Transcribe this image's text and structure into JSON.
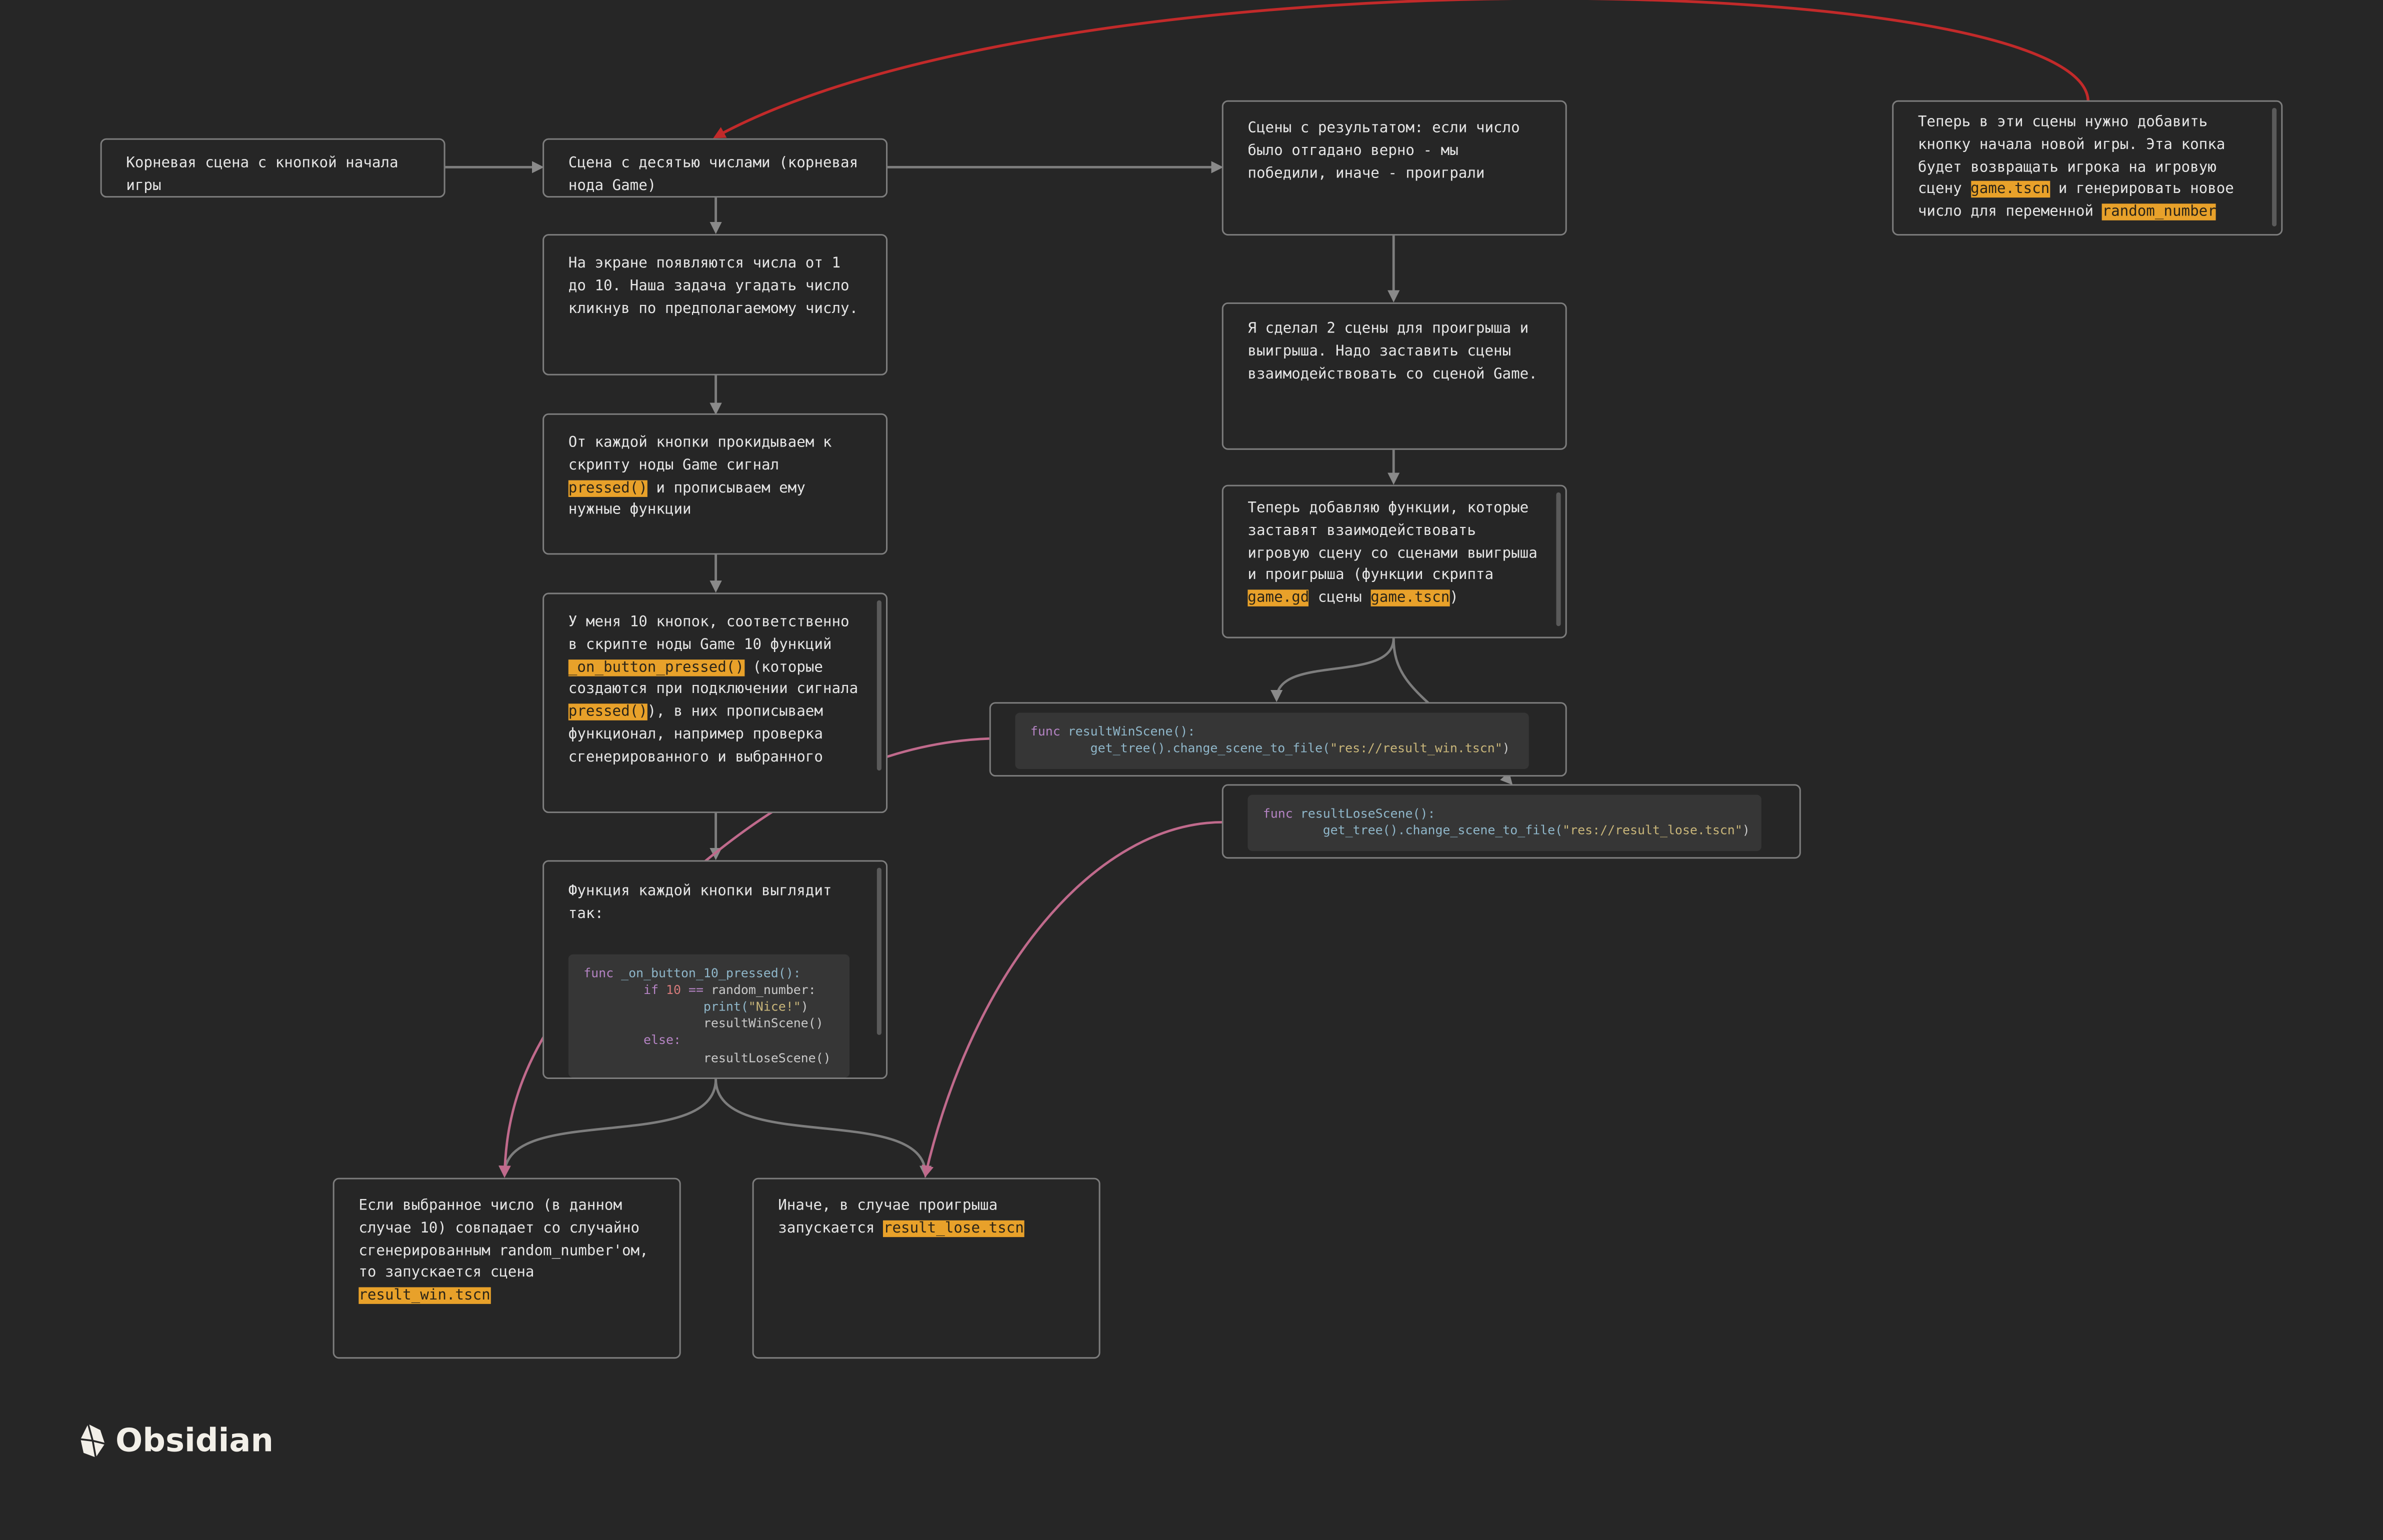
{
  "app": {
    "brand_name": "Obsidian",
    "brand_icon": "obsidian-logo-icon"
  },
  "colors": {
    "background": "#262626",
    "edge_default": "#7d7d7d",
    "edge_red": "#c22a2a",
    "edge_pink": "#c06a8c",
    "highlight": "#e8a12a"
  },
  "nodes": {
    "root": {
      "text": "Корневая сцена с кнопкой начала игры"
    },
    "game": {
      "text": "Сцена с десятью числами (корневая нода Game)"
    },
    "screen": {
      "text": "На экране появляются числа от 1 до 10. Наша задача угадать число кликнув по предполагаемому числу."
    },
    "signal": {
      "t1": "От каждой кнопки прокидываем к скрипту ноды Game сигнал ",
      "h1": "pressed()",
      "t2": " и прописываем ему нужные функции"
    },
    "buttons": {
      "t1": "У меня 10 кнопок, соответственно в скрипте ноды Game 10 функций ",
      "h1": "_on_button_pressed()",
      "t2": " (которые создаются при подключении сигнала ",
      "h2": "pressed()",
      "t3": "), в них прописываем функционал, например проверка сгенерированного и выбранного"
    },
    "func_each": {
      "text": "Функция каждой кнопки выглядит так:",
      "code": {
        "l1_kw": "func",
        "l1_fn": " _on_button_10_pressed():",
        "l2_kw": "if",
        "l2_num": " 10",
        "l2_op": " ==",
        "l2_rest": " random_number:",
        "l3_fn": "print(",
        "l3_str": "\"Nice!\"",
        "l3_end": ")",
        "l4": "resultWinScene()",
        "l5_kw": "else:",
        "l6": "resultLoseScene()"
      }
    },
    "win": {
      "t1": "Если выбранное число (в данном случае 10) совпадает со случайно сгенерированным random_number'ом, то запускается сцена ",
      "h1": "result_win.tscn"
    },
    "lose": {
      "t1": "Иначе, в случае проигрыша запускается ",
      "h1": "result_lose.tscn"
    },
    "results": {
      "text": "Сцены с результатом: если число было отгадано верно - мы победили, иначе - проиграли"
    },
    "two_scenes": {
      "text": "Я сделал 2 сцены для проигрыша и выигрыша. Надо заставить сцены взаимодействовать со сценой Game."
    },
    "add_funcs": {
      "t1": "Теперь добавляю функции, которые заставят взаимодействовать игровую сцену со сценами выигрыша и проигрыша (функции скрипта ",
      "h1": "game.gd",
      "t2": " сцены ",
      "h2": "game.tscn",
      "t3": ")"
    },
    "win_code": {
      "kw": "func",
      "name": " resultWinScene():",
      "call": "get_tree()",
      "method": ".change_scene_to_file(",
      "str": "\"res://result_win.tscn\"",
      "end": ")"
    },
    "lose_code": {
      "kw": "func",
      "name": " resultLoseScene():",
      "call": "get_tree()",
      "method": ".change_scene_to_file(",
      "str": "\"res://result_lose.tscn\"",
      "end": ")"
    },
    "new_game": {
      "t1": "Теперь в эти сцены нужно добавить кнопку начала новой игры. Эта копка будет возвращать игрока на игровую сцену ",
      "h1": "game.tscn",
      "t2": " и генерировать новое число для переменной ",
      "h2": "random_number"
    }
  }
}
